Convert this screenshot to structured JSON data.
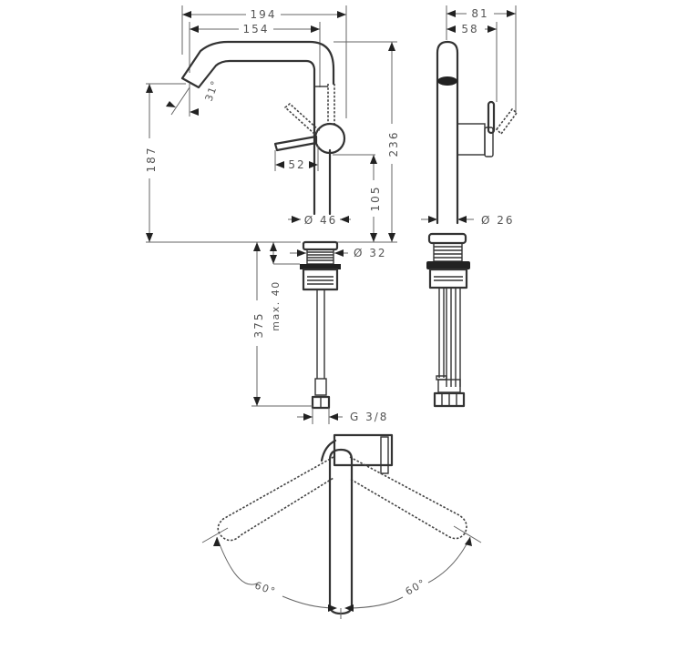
{
  "drawing": {
    "title": "Basin mixer technical drawing",
    "colors": {
      "outline": "#333333",
      "dimension": "#666666",
      "text": "#555555",
      "background": "#ffffff"
    },
    "front_view": {
      "dimensions": {
        "overall_reach": "194",
        "spout_reach": "154",
        "spout_angle": "31°",
        "spout_height": "187",
        "overall_height": "236",
        "handle_offset": "52",
        "lever_height": "105",
        "body_diameter": "Ø 46",
        "shank_diameter": "Ø 32",
        "hose_length": "375",
        "max_counter_thickness": "max. 40",
        "connection_thread": "G 3/8"
      }
    },
    "side_view": {
      "dimensions": {
        "overall_depth": "81",
        "lever_depth": "58",
        "spout_diameter": "Ø 26"
      }
    },
    "top_view": {
      "dimensions": {
        "rotation_left": "60°",
        "rotation_right": "60°"
      }
    }
  }
}
